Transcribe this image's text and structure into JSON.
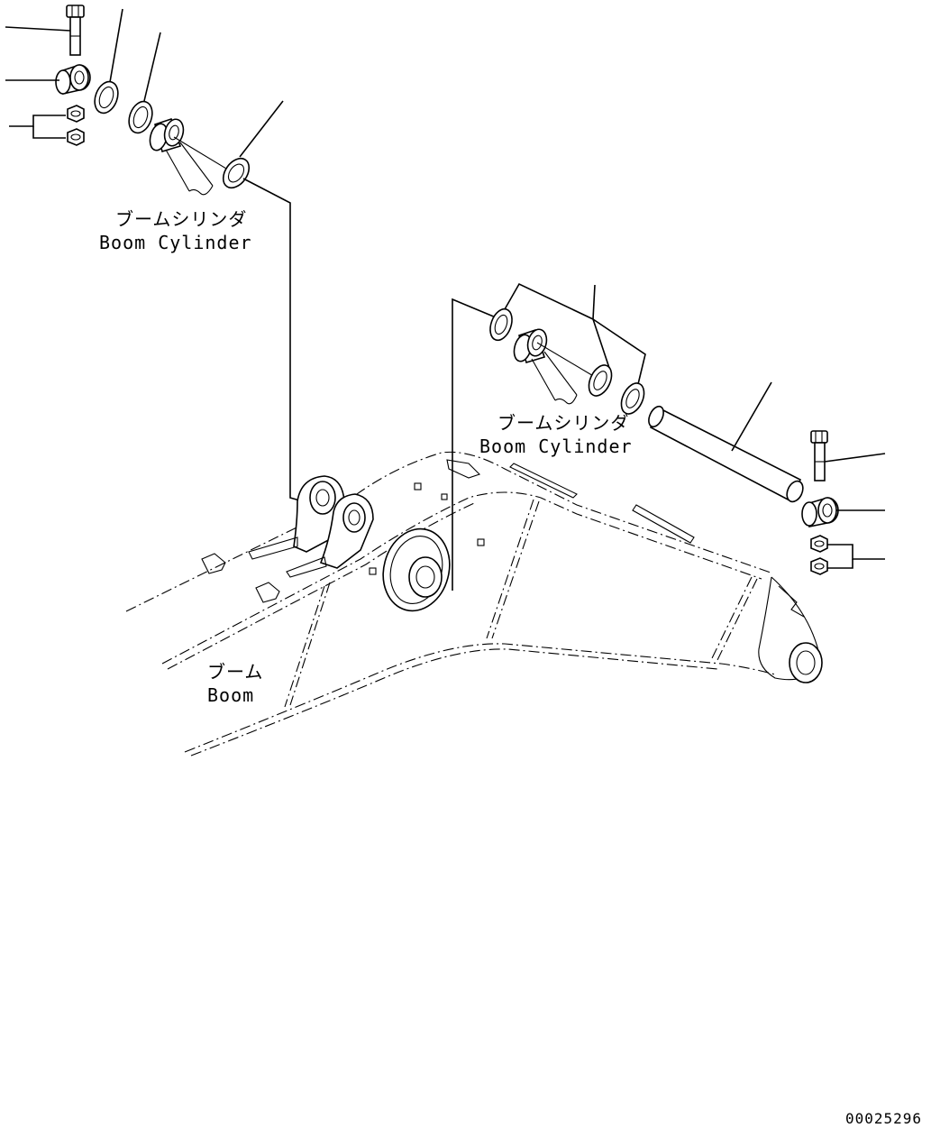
{
  "labels": {
    "upper_left_cylinder_jp": "ブームシリンダ",
    "upper_left_cylinder_en": "Boom Cylinder",
    "right_cylinder_jp": "ブームシリンダ",
    "right_cylinder_en": "Boom Cylinder",
    "boom_jp": "ブーム",
    "boom_en": "Boom"
  },
  "drawing_code": "00025296"
}
